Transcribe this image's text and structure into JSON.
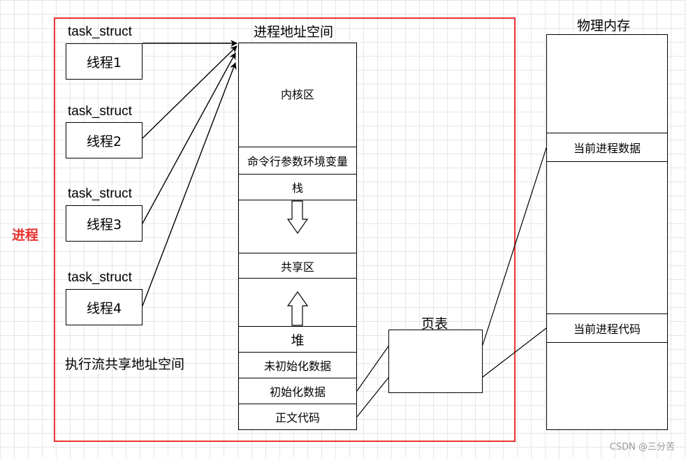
{
  "process_label": "进程",
  "shared_note": "执行流共享地址空间",
  "threads": [
    {
      "struct_label": "task_struct",
      "name": "线程1"
    },
    {
      "struct_label": "task_struct",
      "name": "线程2"
    },
    {
      "struct_label": "task_struct",
      "name": "线程3"
    },
    {
      "struct_label": "task_struct",
      "name": "线程4"
    }
  ],
  "address_space": {
    "title": "进程地址空间",
    "segments": {
      "kernel": "内核区",
      "args_env": "命令行参数环境变量",
      "stack": "栈",
      "shared": "共享区",
      "heap": "堆",
      "bss": "未初始化数据",
      "data": "初始化数据",
      "text": "正文代码"
    }
  },
  "page_table": {
    "title": "页表"
  },
  "physical_memory": {
    "title": "物理内存",
    "data_block": "当前进程数据",
    "code_block": "当前进程代码"
  },
  "watermark": "CSDN @三分苦",
  "colors": {
    "process_border": "#e8312f",
    "grid": "#e6e6e6"
  }
}
